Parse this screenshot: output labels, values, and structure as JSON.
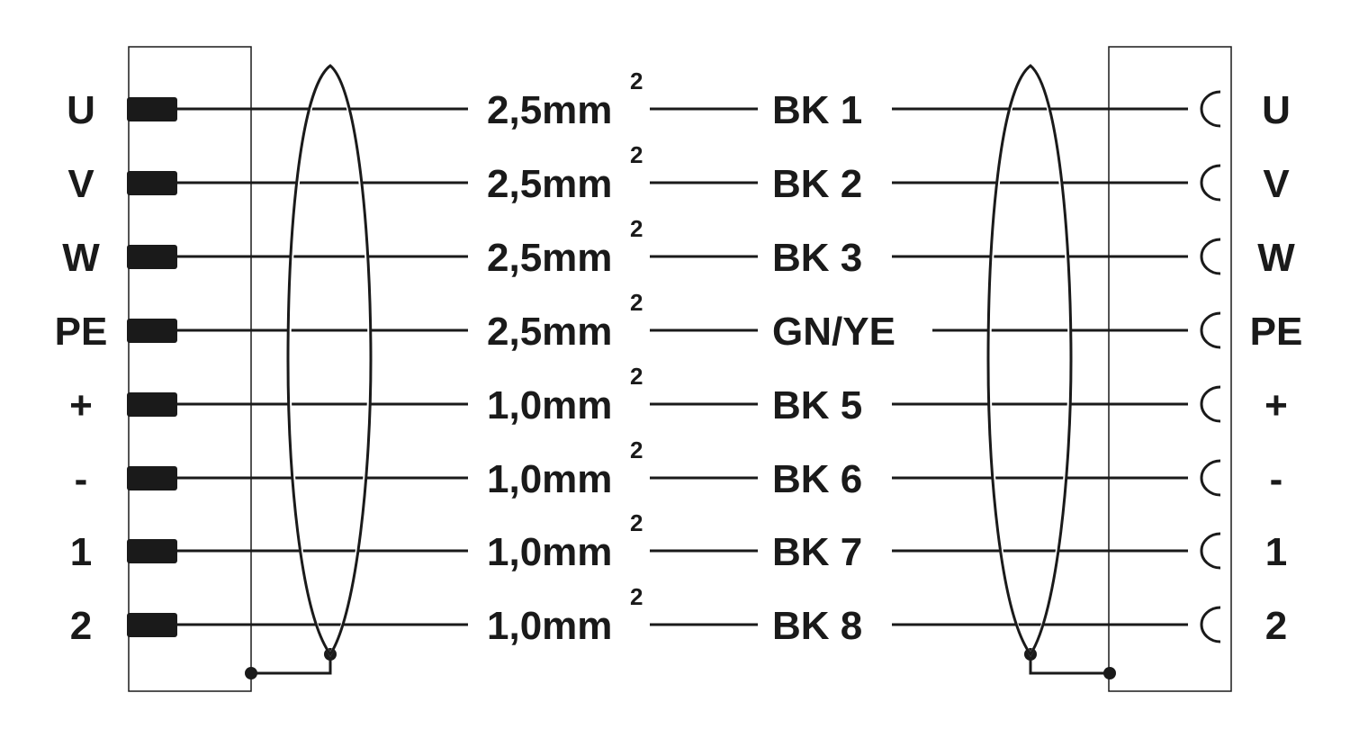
{
  "left_connector": {
    "pins": [
      "U",
      "V",
      "W",
      "PE",
      "+",
      "-",
      "1",
      "2"
    ]
  },
  "right_connector": {
    "pins": [
      "U",
      "V",
      "W",
      "PE",
      "+",
      "-",
      "1",
      "2"
    ]
  },
  "wires": [
    {
      "cross_section": "2,5mm",
      "superscript": "2",
      "color": "BK 1"
    },
    {
      "cross_section": "2,5mm",
      "superscript": "2",
      "color": "BK 2"
    },
    {
      "cross_section": "2,5mm",
      "superscript": "2",
      "color": "BK 3"
    },
    {
      "cross_section": "2,5mm",
      "superscript": "2",
      "color": "GN/YE"
    },
    {
      "cross_section": "1,0mm",
      "superscript": "2",
      "color": "BK 5"
    },
    {
      "cross_section": "1,0mm",
      "superscript": "2",
      "color": "BK 6"
    },
    {
      "cross_section": "1,0mm",
      "superscript": "2",
      "color": "BK 7"
    },
    {
      "cross_section": "1,0mm",
      "superscript": "2",
      "color": "BK 8"
    }
  ]
}
